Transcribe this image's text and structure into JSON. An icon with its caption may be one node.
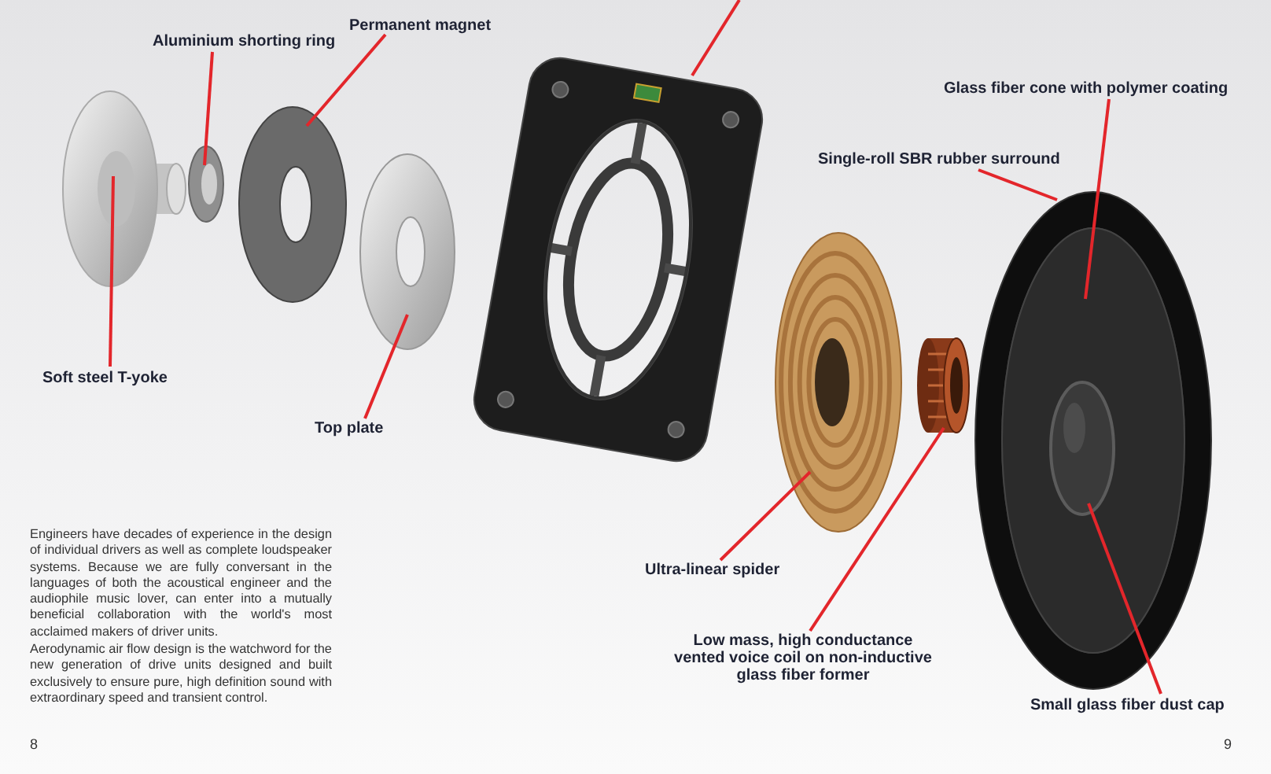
{
  "diagram": {
    "nodes": [
      {
        "text": [
          "Permanent magnet"
        ]
      },
      {
        "text": [
          "Aluminium shorting ring"
        ]
      },
      {
        "text": [
          "Glass fiber cone with polymer coating"
        ]
      },
      {
        "text": [
          "Single-roll SBR rubber surround"
        ]
      },
      {
        "text": [
          "Soft steel T-yoke"
        ]
      },
      {
        "text": [
          "Top plate"
        ]
      },
      {
        "text": [
          "Ultra-linear spider"
        ]
      },
      {
        "text": [
          "Low mass, high conductance vented voice coil on non-inductive glass fiber former"
        ]
      },
      {
        "text": [
          "Small glass fiber dust cap"
        ]
      },
      {
        "text": [],
        "shape": "picture"
      },
      {
        "text": [],
        "shape": "picture"
      },
      {
        "text": [],
        "shape": "picture"
      },
      {
        "text": [],
        "shape": "picture"
      },
      {
        "text": [],
        "shape": "picture"
      },
      {
        "text": [],
        "shape": "picture"
      },
      {
        "text": [],
        "shape": "picture"
      },
      {
        "text": [],
        "shape": "picture"
      },
      {
        "text": [],
        "shape": "picture",
        "in": 16
      },
      {
        "text": [],
        "shape": "picture",
        "in": 17
      }
    ],
    "edges": [
      {
        "from": 0,
        "to": 11,
        "arrow": "none"
      },
      {
        "from": 1,
        "to": 10,
        "arrow": "none"
      },
      {
        "from": 2,
        "to": 17,
        "arrow": "none"
      },
      {
        "from": 3,
        "to": 16,
        "arrow": "none"
      },
      {
        "from": 4,
        "to": 9,
        "arrow": "none"
      },
      {
        "from": 5,
        "to": 12,
        "arrow": "none"
      },
      {
        "from": 6,
        "to": 14,
        "arrow": "none"
      },
      {
        "from": 7,
        "to": 15,
        "arrow": "none"
      },
      {
        "from": 8,
        "to": 18,
        "arrow": "none"
      },
      {
        "from": null,
        "to": 13,
        "arrow": "none"
      }
    ],
    "labels": [
      "Engineers have decades of experience in the design of individual drivers as well as complete loudspeaker systems. Because we are fully conversant in the languages of both the acoustical engineer and the audiophile music lover, can enter into a mutually beneficial collaboration with the world's most acclaimed makers of driver units.",
      "Aerodynamic air flow design is the watchword for the new generation of drive units designed and built exclusively to ensure pure, high definition sound with extraordinary speed and transient control.",
      "8",
      "9"
    ]
  }
}
